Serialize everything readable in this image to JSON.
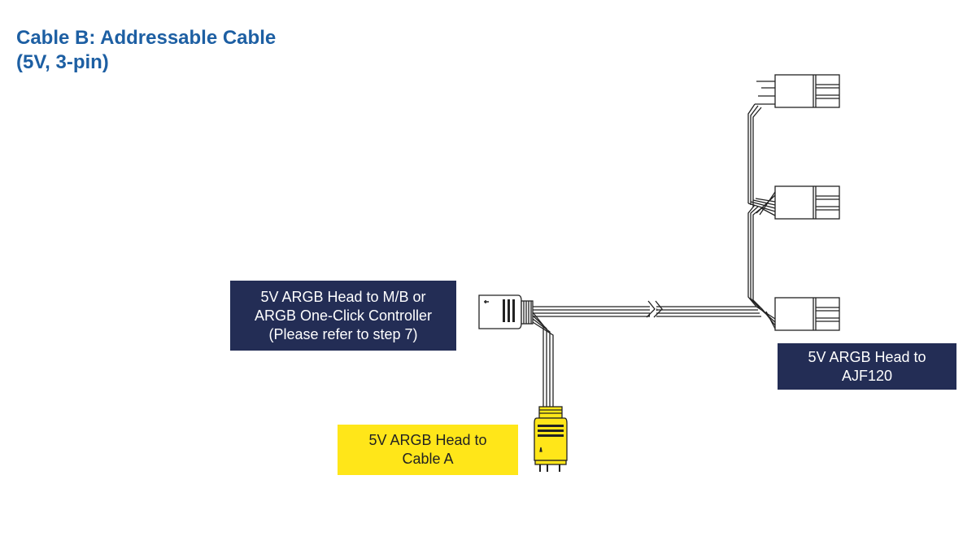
{
  "title": {
    "line1": "Cable B: Addressable Cable",
    "line2": "(5V, 3-pin)"
  },
  "labels": {
    "mb": {
      "line1": "5V ARGB Head to M/B or",
      "line2": "ARGB One-Click Controller",
      "line3": "(Please refer to step 7)"
    },
    "cable_a": {
      "line1": "5V ARGB Head to",
      "line2": "Cable A"
    },
    "ajf120": {
      "line1": "5V ARGB Head to",
      "line2": "AJF120"
    }
  },
  "colors": {
    "title": "#1d5fa3",
    "navy": "#232d55",
    "yellow": "#ffe619"
  }
}
